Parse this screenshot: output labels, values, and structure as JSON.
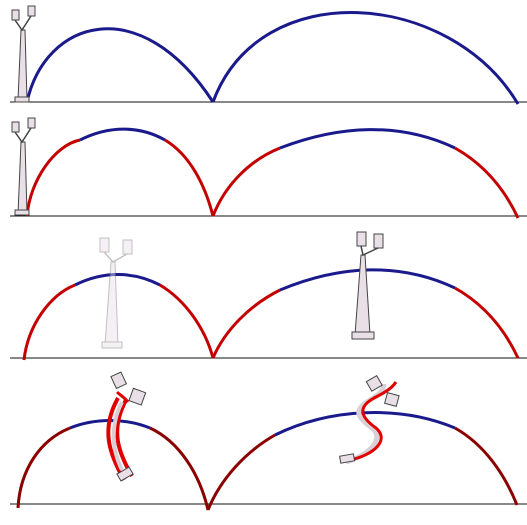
{
  "figure": {
    "panels": [
      {
        "id": "panel-1",
        "arc_colored_ends": false,
        "lamp": "upright-left"
      },
      {
        "id": "panel-2",
        "arc_colored_ends": true,
        "lamp": "upright-left"
      },
      {
        "id": "panel-3",
        "arc_colored_ends": true,
        "lamp": "two-upright-faded-and-solid"
      },
      {
        "id": "panel-4",
        "arc_colored_ends": true,
        "lamp": "two-bent-red-highlighted"
      }
    ],
    "colors": {
      "arc_blue": "#1a1a8c",
      "arc_red": "#c40000",
      "arc_dark_red": "#8b0000",
      "ground": "#111111",
      "lamp_outline": "#444444",
      "lamp_fill": "#e8e0e6",
      "lamp_faded": "#c9c0c6",
      "highlight_red": "#e00000"
    }
  }
}
